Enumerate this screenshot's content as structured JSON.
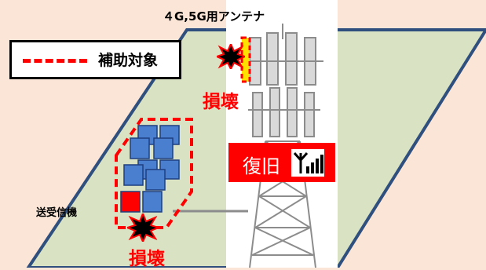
{
  "legend": {
    "label": "補助対象"
  },
  "antenna_title": "４G,5G用アンテナ",
  "damage_label_antenna": "損壊",
  "damage_label_transceiver": "損壊",
  "restore_label": "復旧",
  "transceiver_label": "送受信機",
  "colors": {
    "background": "#fbe5d6",
    "ground": "#d9e3c4",
    "ground_border": "#2f4f7f",
    "highlight": "#ff0000",
    "cube": "#4a7fd0",
    "tower": "#8c8c8c"
  },
  "icons": [
    "explosion-icon",
    "signal-antenna-icon"
  ]
}
